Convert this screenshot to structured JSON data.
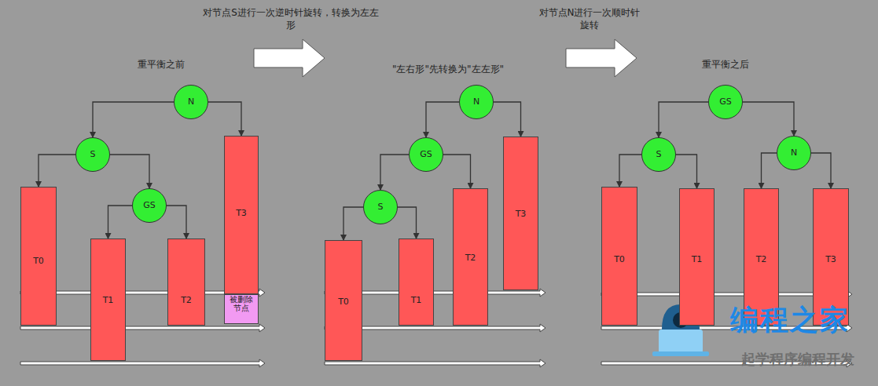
{
  "diagram": {
    "nodes": [
      {
        "text": [
          "N"
        ]
      },
      {
        "text": [
          "S"
        ]
      },
      {
        "text": [
          "T0"
        ]
      },
      {
        "text": [
          "GS"
        ]
      },
      {
        "text": [
          "T1"
        ]
      },
      {
        "text": [
          "T2"
        ]
      },
      {
        "text": [
          "T3"
        ]
      },
      {
        "text": [
          "被删除节点"
        ]
      },
      {
        "text": [
          "N"
        ]
      },
      {
        "text": [
          "GS"
        ]
      },
      {
        "text": [
          "S"
        ]
      },
      {
        "text": [
          "T0"
        ]
      },
      {
        "text": [
          "T1"
        ]
      },
      {
        "text": [
          "T2"
        ]
      },
      {
        "text": [
          "T3"
        ]
      },
      {
        "text": [
          "GS"
        ]
      },
      {
        "text": [
          "S"
        ]
      },
      {
        "text": [
          "N"
        ]
      },
      {
        "text": [
          "T0"
        ]
      },
      {
        "text": [
          "T1"
        ]
      },
      {
        "text": [
          "T2"
        ]
      },
      {
        "text": [
          "T3"
        ]
      }
    ],
    "edges": [
      {
        "from": 0,
        "to": 1,
        "arrow": "to"
      },
      {
        "from": 0,
        "to": 6,
        "arrow": "to"
      },
      {
        "from": 1,
        "to": 2,
        "arrow": "to"
      },
      {
        "from": 1,
        "to": 3,
        "arrow": "to"
      },
      {
        "from": 3,
        "to": 4,
        "arrow": "to"
      },
      {
        "from": 3,
        "to": 5,
        "arrow": "to"
      },
      {
        "from": 8,
        "to": 9,
        "arrow": "to"
      },
      {
        "from": 8,
        "to": 14,
        "arrow": "to"
      },
      {
        "from": 9,
        "to": 10,
        "arrow": "to"
      },
      {
        "from": 9,
        "to": 13,
        "arrow": "to"
      },
      {
        "from": 10,
        "to": 11,
        "arrow": "to"
      },
      {
        "from": 10,
        "to": 12,
        "arrow": "to"
      },
      {
        "from": 15,
        "to": 16,
        "arrow": "to"
      },
      {
        "from": 15,
        "to": 17,
        "arrow": "to"
      },
      {
        "from": 16,
        "to": 18,
        "arrow": "to"
      },
      {
        "from": 16,
        "to": 19,
        "arrow": "to"
      },
      {
        "from": 17,
        "to": 20,
        "arrow": "to"
      },
      {
        "from": 17,
        "to": 21,
        "arrow": "to"
      }
    ],
    "labels": [
      "对节点S进行一次逆时针旋转，转换为左左形",
      "对节点N进行一次顺时针旋转",
      "重平衡之前",
      "\"左右形\"先转换为\"左左形\"",
      "重平衡之后",
      "编程之家",
      "起学程序编程开发"
    ]
  }
}
